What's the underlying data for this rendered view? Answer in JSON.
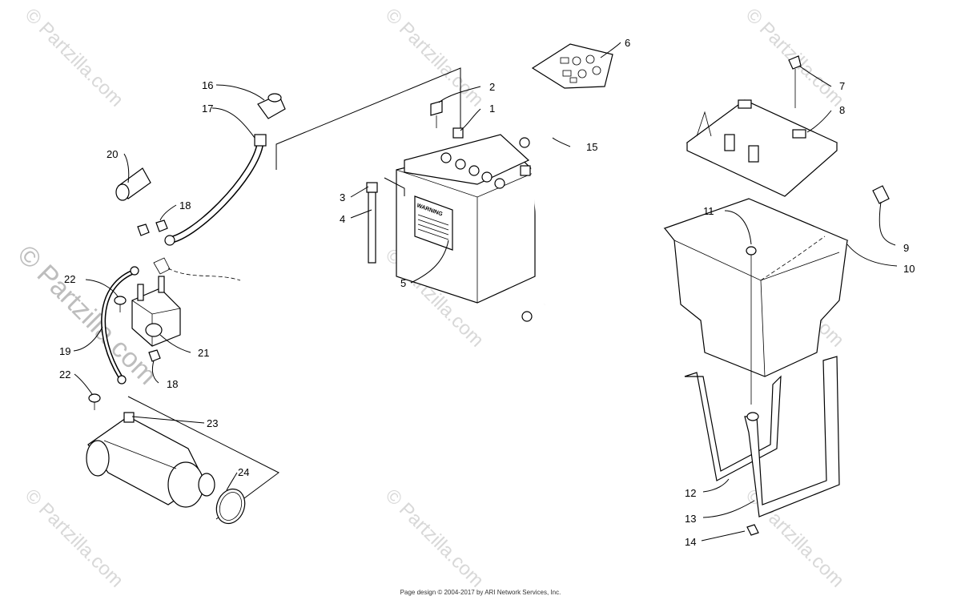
{
  "watermark": {
    "text": "© Partzilla.com"
  },
  "footer": {
    "credit": "Page design © 2004-2017 by ARI Network Services, Inc."
  },
  "callouts": [
    "1",
    "2",
    "3",
    "4",
    "5",
    "6",
    "7",
    "8",
    "9",
    "10",
    "11",
    "12",
    "13",
    "14",
    "15",
    "16",
    "17",
    "18",
    "18",
    "19",
    "20",
    "21",
    "22",
    "22",
    "23",
    "24"
  ],
  "battery": {
    "label": "WARNING"
  }
}
